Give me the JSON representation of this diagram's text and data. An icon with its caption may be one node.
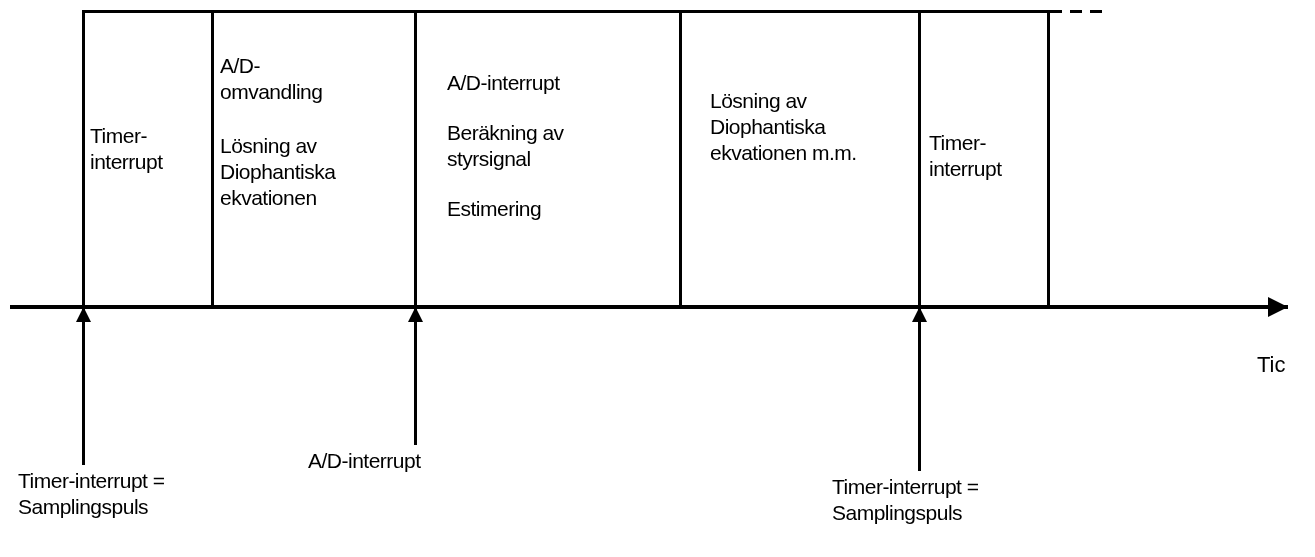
{
  "diagram": {
    "nodes": [
      {
        "text": [
          "Timer-interrupt"
        ]
      },
      {
        "text": [
          "A/D-omvandling",
          "Lösning av Diophantiska ekvationen"
        ]
      },
      {
        "text": [
          "A/D-interrupt",
          "Beräkning av styrsignal",
          "Estimering"
        ]
      },
      {
        "text": [
          "Lösning av Diophantiska ekvationen m.m."
        ]
      },
      {
        "text": [
          "Timer-interrupt"
        ]
      },
      {
        "text": [
          "Timer-interrupt = Samplingspuls"
        ]
      },
      {
        "text": [
          "A/D-interrupt"
        ]
      },
      {
        "text": [
          "Timer-interrupt = Samplingspuls"
        ]
      }
    ],
    "edges": [
      {
        "from": 5,
        "to": 0,
        "arrow": "to"
      },
      {
        "from": 6,
        "to": 2,
        "arrow": "to"
      },
      {
        "from": 7,
        "to": 4,
        "arrow": "to"
      }
    ],
    "labels": [
      "Tic"
    ]
  }
}
